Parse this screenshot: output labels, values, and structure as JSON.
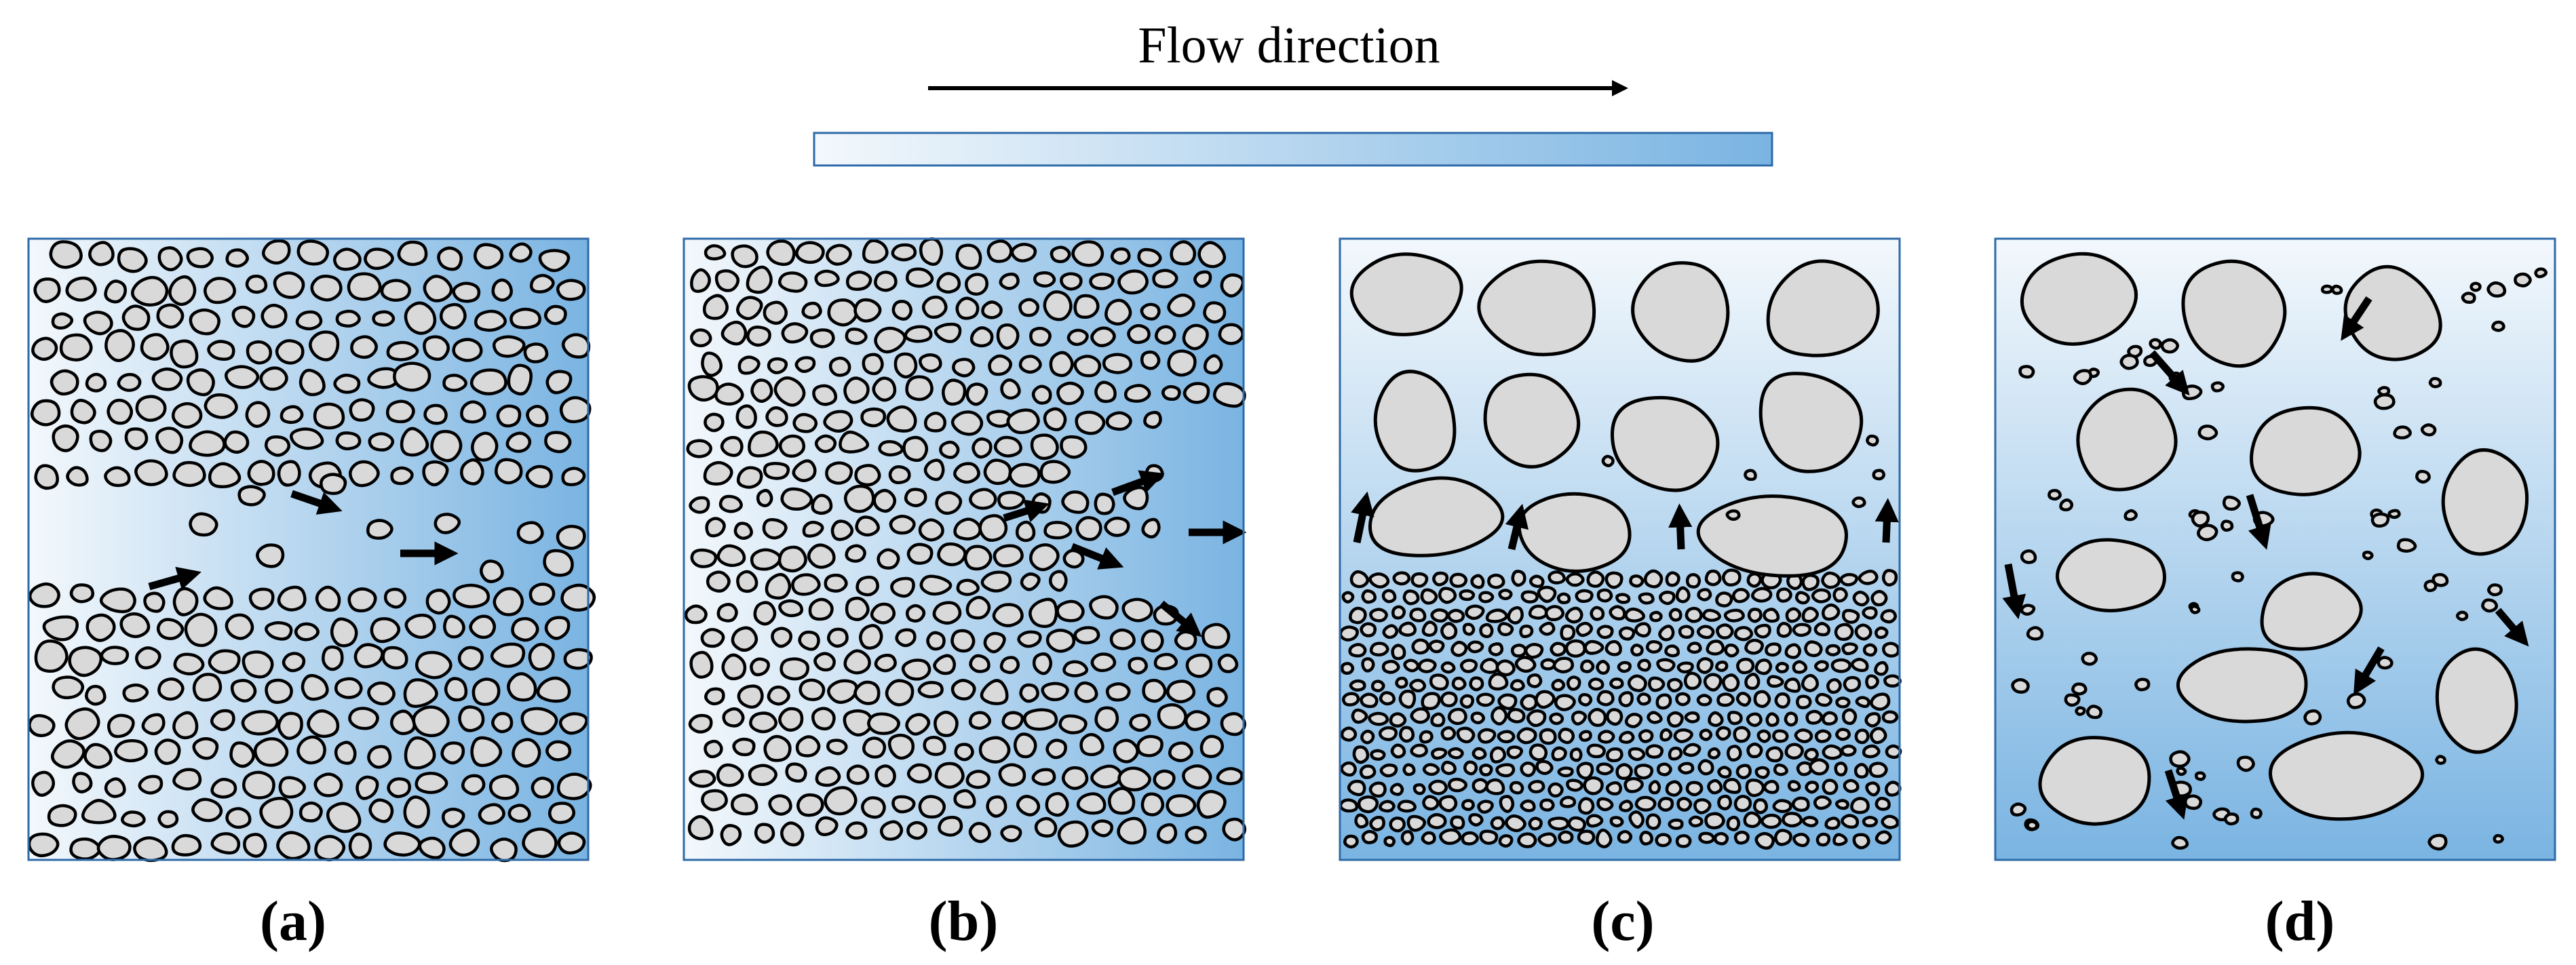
{
  "header": {
    "flow_label": "Flow direction"
  },
  "colors": {
    "gradient_light": "#f3f8fc",
    "gradient_dark": "#7ab4e2",
    "particle_fill": "#d9d9d9",
    "particle_stroke": "#000000",
    "border": "#2e6aa8"
  },
  "panels": [
    {
      "id": "a",
      "label": "(a)"
    },
    {
      "id": "b",
      "label": "(b)"
    },
    {
      "id": "c",
      "label": "(c)"
    },
    {
      "id": "d",
      "label": "(d)"
    }
  ],
  "icons": {
    "flow_arrow": "right-arrow-icon",
    "movement_arrow": "small-arrow-icon"
  }
}
